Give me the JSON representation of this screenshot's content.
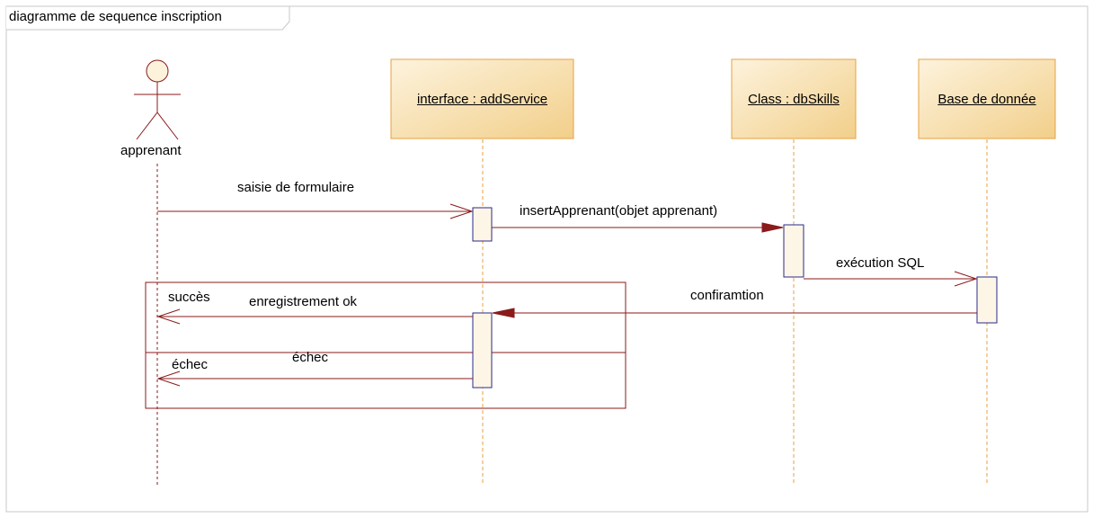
{
  "frame": {
    "title": "diagramme de sequence inscription"
  },
  "actor": {
    "name": "apprenant"
  },
  "lifelines": [
    {
      "label": "interface : addService"
    },
    {
      "label": "Class : dbSkills"
    },
    {
      "label": "Base de donnée"
    }
  ],
  "messages": {
    "m1": "saisie de formulaire",
    "m2": "insertApprenant(objet apprenant)",
    "m3": "exécution SQL",
    "m4": "confiramtion",
    "m5": "enregistrement ok",
    "m6": "échec"
  },
  "guards": {
    "success": "succès",
    "failure": "échec"
  },
  "colors": {
    "message_line": "#8b1a1a",
    "lifeline_dash": "#e8a040",
    "box_border": "#e8a040",
    "box_fill_top": "#fdf3dd",
    "box_fill_bottom": "#f2cf8a",
    "activation_border": "#2a2a8a",
    "activation_fill": "#fdf6e6",
    "actor_head_fill": "#fdf3dd"
  }
}
